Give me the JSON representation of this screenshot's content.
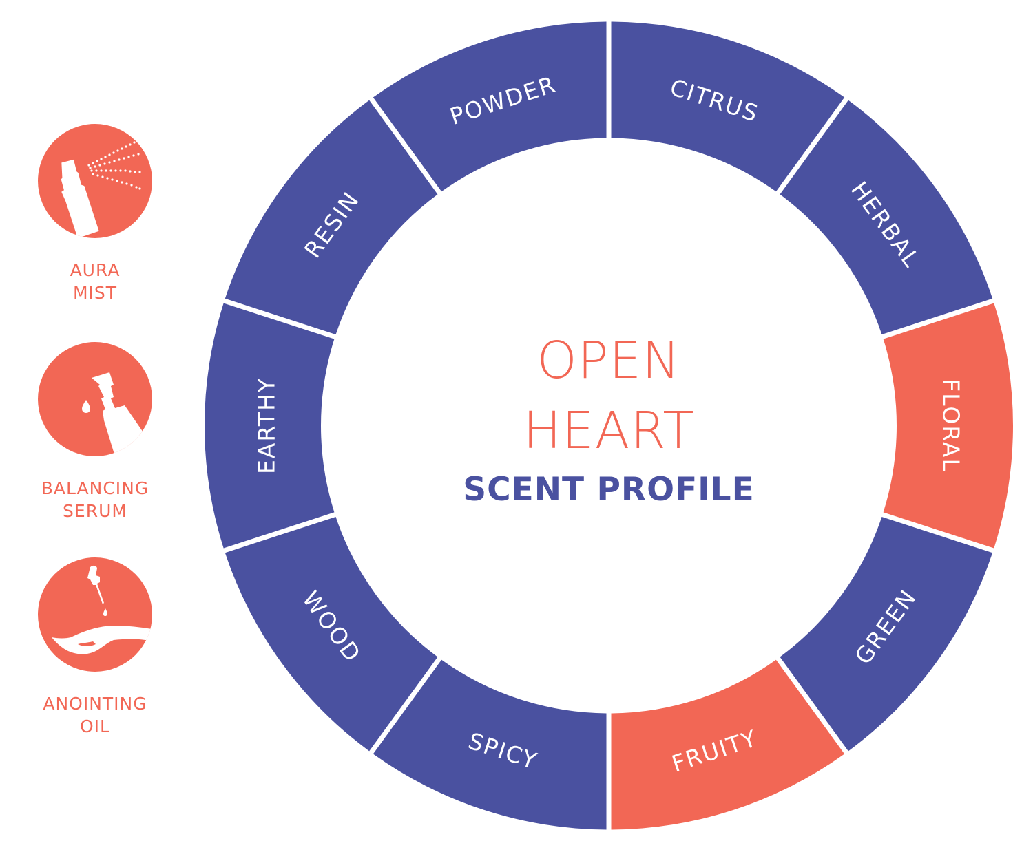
{
  "colors": {
    "primary": "#4A51A0",
    "accent": "#F26755",
    "background": "#FFFFFF"
  },
  "products": [
    {
      "id": "aura",
      "icon": "spray-bottle-icon",
      "lines": [
        "AURA",
        "MIST"
      ]
    },
    {
      "id": "serum",
      "icon": "serum-pump-bottle-icon",
      "lines": [
        "BALANCING",
        "SERUM"
      ]
    },
    {
      "id": "oil",
      "icon": "dropper-hand-icon",
      "lines": [
        "ANOINTING",
        "OIL"
      ]
    }
  ],
  "wheel": {
    "title_line1": "OPEN",
    "title_line2": "HEART",
    "subtitle": "SCENT PROFILE",
    "segments": [
      {
        "label": "CITRUS",
        "highlighted": false
      },
      {
        "label": "HERBAL",
        "highlighted": false
      },
      {
        "label": "FLORAL",
        "highlighted": true
      },
      {
        "label": "GREEN",
        "highlighted": false
      },
      {
        "label": "FRUITY",
        "highlighted": true
      },
      {
        "label": "SPICY",
        "highlighted": false
      },
      {
        "label": "WOOD",
        "highlighted": false
      },
      {
        "label": "EARTHY",
        "highlighted": false
      },
      {
        "label": "RESIN",
        "highlighted": false
      },
      {
        "label": "POWDER",
        "highlighted": false
      }
    ]
  }
}
